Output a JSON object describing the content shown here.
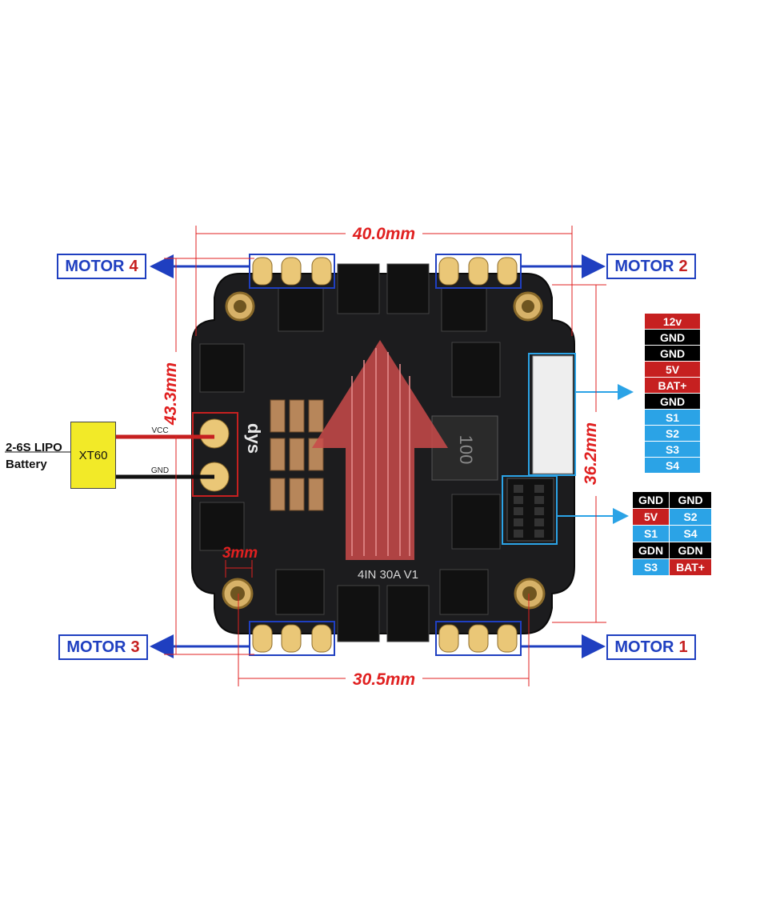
{
  "dimensions": {
    "width_top": "40.0mm",
    "width_bottom": "30.5mm",
    "height_left": "43.3mm",
    "height_right": "36.2mm",
    "hole_gap": "3mm"
  },
  "motors": {
    "m4": {
      "label": "MOTOR",
      "number": "4"
    },
    "m2": {
      "label": "MOTOR",
      "number": "2"
    },
    "m3": {
      "label": "MOTOR",
      "number": "3"
    },
    "m1": {
      "label": "MOTOR",
      "number": "1"
    }
  },
  "battery": {
    "line1": "2-6S LIPO",
    "line2": "Battery",
    "connector": "XT60",
    "vcc": "VCC",
    "gnd": "GND"
  },
  "board": {
    "silkscreen": "4IN 30A V1",
    "brand": "dys",
    "inductor": "100"
  },
  "connector_pins": [
    {
      "label": "12v",
      "color": "#c62020"
    },
    {
      "label": "GND",
      "color": "#000000"
    },
    {
      "label": "GND",
      "color": "#000000"
    },
    {
      "label": "5V",
      "color": "#c62020"
    },
    {
      "label": "BAT+",
      "color": "#c62020"
    },
    {
      "label": "GND",
      "color": "#000000"
    },
    {
      "label": "S1",
      "color": "#2ba3e6"
    },
    {
      "label": "S2",
      "color": "#2ba3e6"
    },
    {
      "label": "S3",
      "color": "#2ba3e6"
    },
    {
      "label": "S4",
      "color": "#2ba3e6"
    }
  ],
  "header_pins": [
    [
      {
        "label": "GND",
        "color": "#000000"
      },
      {
        "label": "GND",
        "color": "#000000"
      }
    ],
    [
      {
        "label": "5V",
        "color": "#c62020"
      },
      {
        "label": "S2",
        "color": "#2ba3e6"
      }
    ],
    [
      {
        "label": "S1",
        "color": "#2ba3e6"
      },
      {
        "label": "S4",
        "color": "#2ba3e6"
      }
    ],
    [
      {
        "label": "GDN",
        "color": "#000000"
      },
      {
        "label": "GDN",
        "color": "#000000"
      }
    ],
    [
      {
        "label": "S3",
        "color": "#2ba3e6"
      },
      {
        "label": "BAT+",
        "color": "#c62020"
      }
    ]
  ],
  "colors": {
    "accent_blue": "#1f3fc0",
    "dimension_red": "#e02020",
    "connector_blue": "#2ba3e6"
  }
}
